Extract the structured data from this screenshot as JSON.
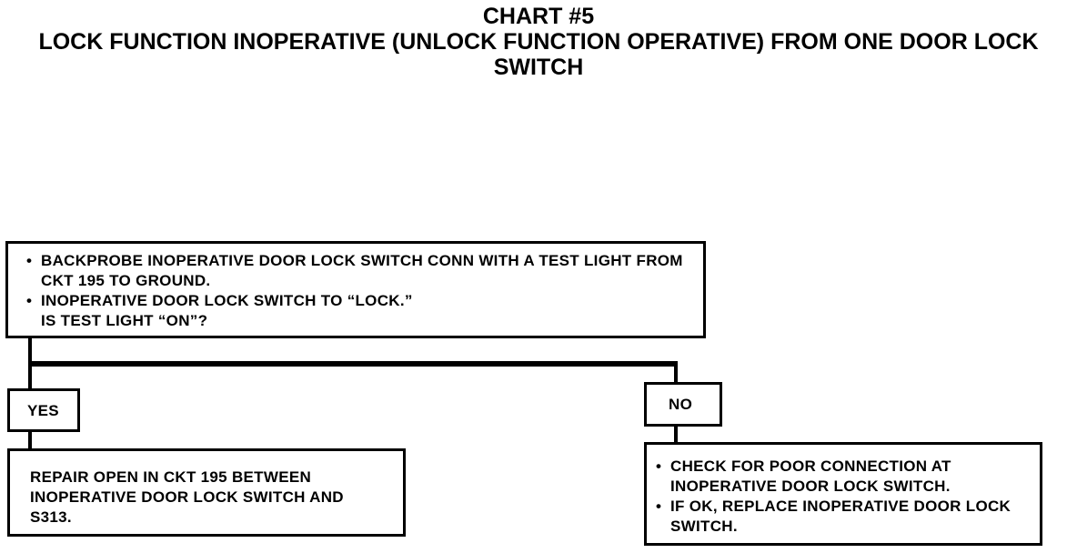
{
  "header": {
    "chart_number": "CHART #5",
    "title": "LOCK FUNCTION INOPERATIVE (UNLOCK FUNCTION OPERATIVE) FROM ONE DOOR LOCK SWITCH"
  },
  "question": {
    "bullets": [
      "BACKPROBE INOPERATIVE DOOR LOCK SWITCH CONN WITH A TEST LIGHT FROM CKT 195 TO GROUND.",
      "INOPERATIVE DOOR LOCK SWITCH TO “LOCK.”"
    ],
    "question_text": "IS TEST LIGHT “ON”?"
  },
  "branches": {
    "yes_label": "YES",
    "no_label": "NO"
  },
  "yes_action": {
    "text": "REPAIR OPEN IN CKT 195 BETWEEN INOPERATIVE DOOR LOCK SWITCH AND S313."
  },
  "no_action": {
    "bullets": [
      "CHECK FOR POOR CONNECTION AT INOPERATIVE DOOR LOCK SWITCH.",
      "IF OK, REPLACE INOPERATIVE DOOR LOCK SWITCH."
    ]
  }
}
